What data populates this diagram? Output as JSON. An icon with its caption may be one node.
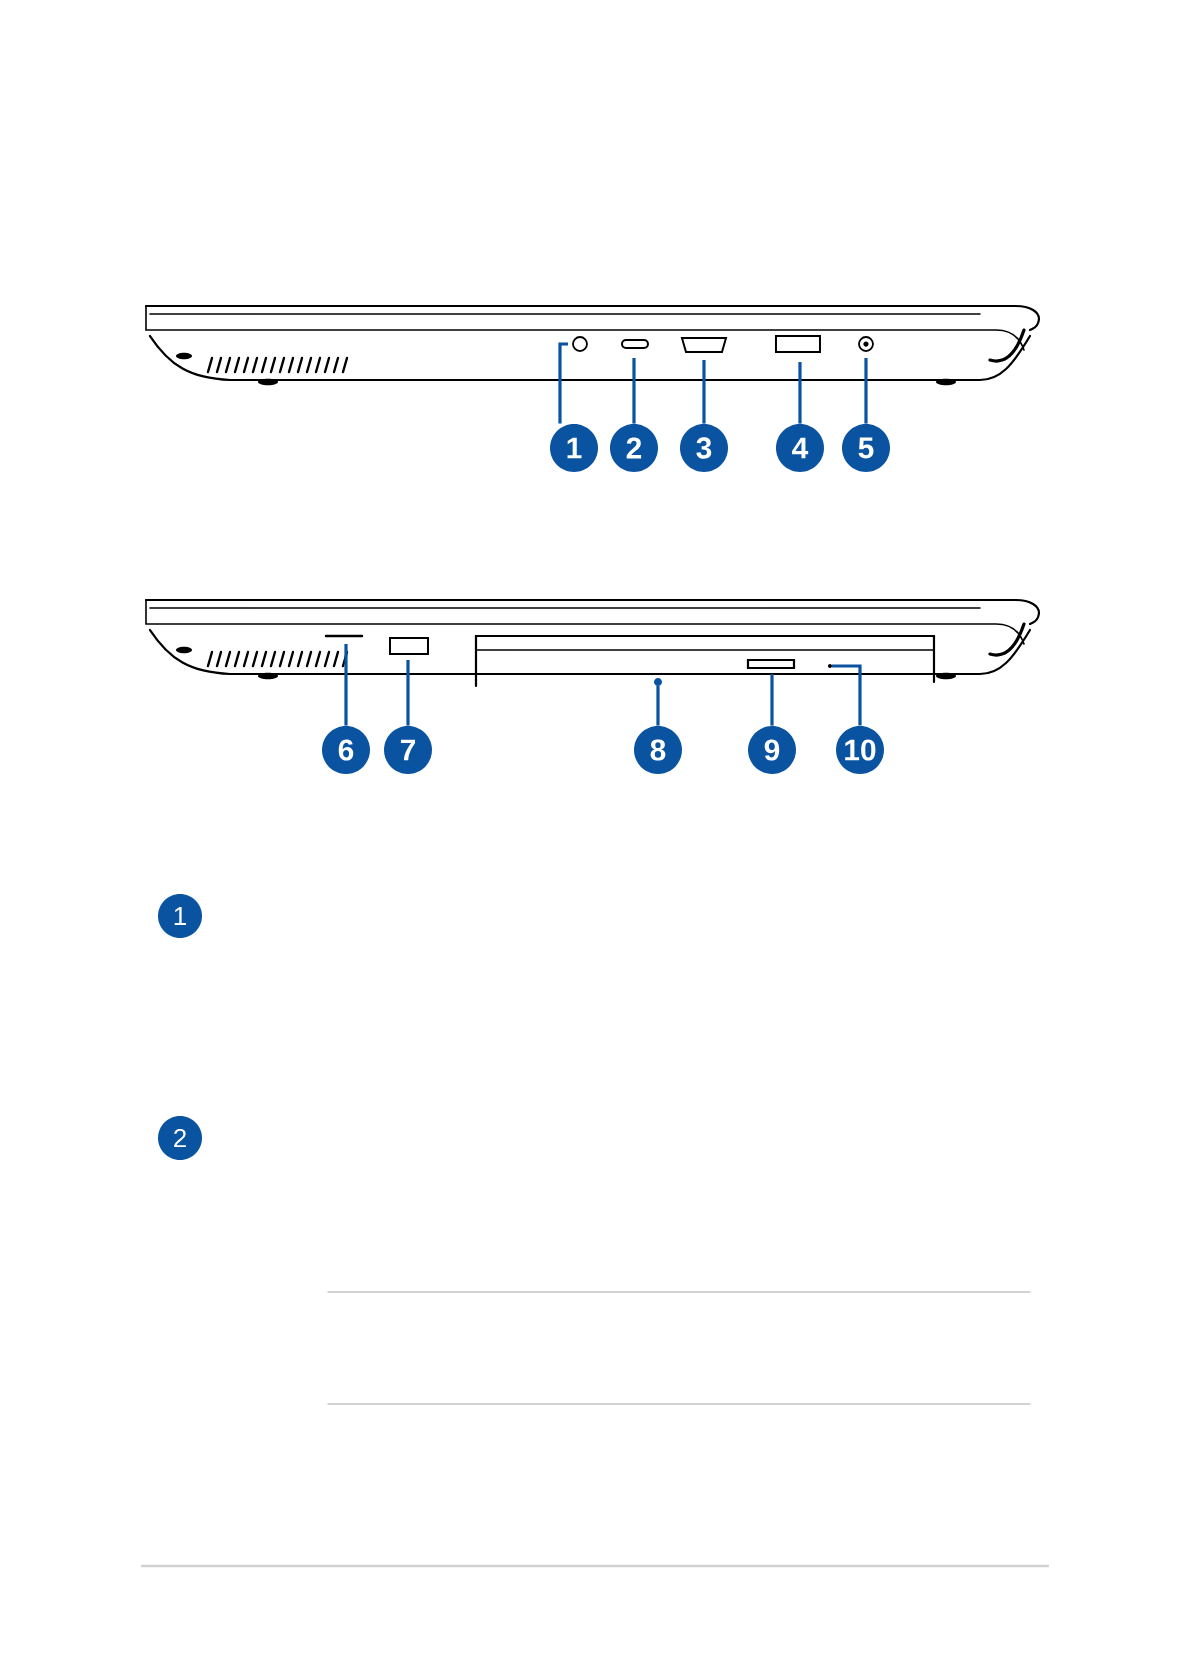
{
  "diagram": {
    "nodes": [
      {
        "text": [],
        "shape": "picture"
      },
      {
        "text": [
          "1"
        ]
      },
      {
        "text": [
          "2"
        ]
      },
      {
        "text": [
          "3"
        ]
      },
      {
        "text": [
          "4"
        ]
      },
      {
        "text": [
          "5"
        ]
      },
      {
        "text": [],
        "shape": "picture"
      },
      {
        "text": [
          "6"
        ]
      },
      {
        "text": [
          "7"
        ]
      },
      {
        "text": [
          "8"
        ]
      },
      {
        "text": [
          "9"
        ]
      },
      {
        "text": [
          "10"
        ]
      },
      {
        "text": [
          "1"
        ]
      },
      {
        "text": [
          "2"
        ]
      }
    ],
    "edges": [
      {
        "from": 1,
        "to": 0,
        "arrow": "none"
      },
      {
        "from": 2,
        "to": 0,
        "arrow": "none"
      },
      {
        "from": 3,
        "to": 0,
        "arrow": "none"
      },
      {
        "from": 4,
        "to": 0,
        "arrow": "none"
      },
      {
        "from": 5,
        "to": 0,
        "arrow": "none"
      },
      {
        "from": 7,
        "to": 6,
        "arrow": "none"
      },
      {
        "from": 8,
        "to": 6,
        "arrow": "none"
      },
      {
        "from": 9,
        "to": 6,
        "arrow": "none"
      },
      {
        "from": 10,
        "to": 6,
        "arrow": "none"
      },
      {
        "from": 11,
        "to": 6,
        "arrow": "none"
      }
    ]
  }
}
